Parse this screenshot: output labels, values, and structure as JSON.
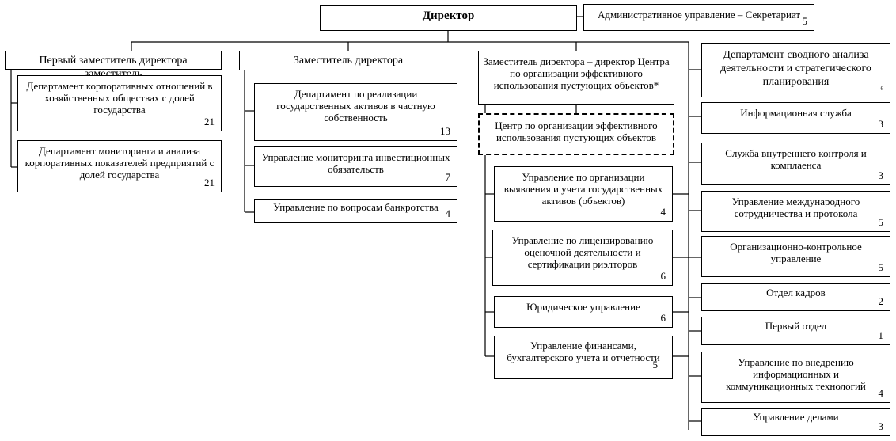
{
  "boxes": [
    {
      "id": "director",
      "title": "Директор",
      "num": ""
    },
    {
      "id": "secretariat",
      "title": "Административное управление – Секретариат",
      "num": "5"
    },
    {
      "id": "first-deputy",
      "title": "Первый заместитель директора заместитель",
      "num": ""
    },
    {
      "id": "dept-corporate-relations",
      "title": "Департамент корпоративных отношений в хозяйственных обществах с долей государства",
      "num": "21"
    },
    {
      "id": "dept-monitoring-analysis",
      "title": "Департамент мониторинга и анализа корпоративных показателей предприятий с долей государства",
      "num": "21"
    },
    {
      "id": "deputy",
      "title": "Заместитель директора",
      "num": ""
    },
    {
      "id": "dept-privatization",
      "title": "Департамент по реализации государственных активов в частную собственность",
      "num": "13"
    },
    {
      "id": "mgmt-investment-monitoring",
      "title": "Управление мониторинга инвестиционных обязательств",
      "num": "7"
    },
    {
      "id": "mgmt-bankruptcy",
      "title": "Управление по вопросам банкротства",
      "num": "4"
    },
    {
      "id": "deputy-center-director",
      "title": "Заместитель директора – директор Центра по организации эффективного использования пустующих объектов*",
      "num": ""
    },
    {
      "id": "center-vacant-objects",
      "title": "Центр по организации эффективного использования пустующих объектов",
      "num": ""
    },
    {
      "id": "mgmt-asset-identification",
      "title": "Управление по организации выявления и учета государственных активов (объектов)",
      "num": "4"
    },
    {
      "id": "mgmt-licensing",
      "title": "Управление по лицензированию оценочной деятельности и сертификации риэлторов",
      "num": "6"
    },
    {
      "id": "mgmt-legal",
      "title": "Юридическое управление",
      "num": "6"
    },
    {
      "id": "mgmt-finance",
      "title": "Управление финансами, бухгалтерского учета и отчетности",
      "num": "5"
    },
    {
      "id": "dept-summary-analysis",
      "title": "Департамент сводного анализа деятельности и стратегического планирования",
      "num": "6"
    },
    {
      "id": "info-service",
      "title": "Информационная служба",
      "num": "3"
    },
    {
      "id": "internal-control",
      "title": "Служба внутреннего контроля и комплаенса",
      "num": "3"
    },
    {
      "id": "mgmt-international",
      "title": "Управление международного сотрудничества и протокола",
      "num": "5"
    },
    {
      "id": "mgmt-org-control",
      "title": "Организационно-контрольное управление",
      "num": "5"
    },
    {
      "id": "hr-department",
      "title": "Отдел кадров",
      "num": "2"
    },
    {
      "id": "first-department",
      "title": "Первый отдел",
      "num": "1"
    },
    {
      "id": "mgmt-ict",
      "title": "Управление по внедрению информационных и коммуникационных технологий",
      "num": "4"
    },
    {
      "id": "mgmt-affairs",
      "title": "Управление делами",
      "num": "3"
    }
  ]
}
